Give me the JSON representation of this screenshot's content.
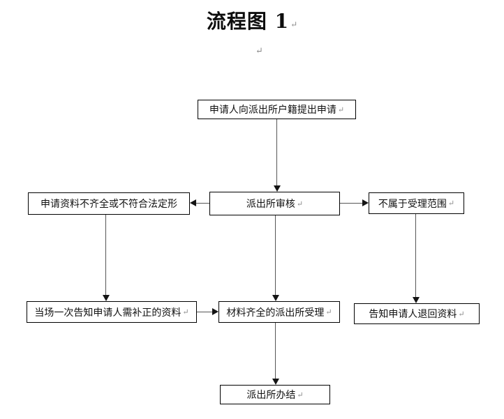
{
  "page": {
    "title": "流程图 1",
    "paragraph_mark": "↵"
  },
  "boxes": {
    "apply": {
      "label": "申请人向派出所户籍提出申请"
    },
    "review": {
      "label": "派出所审核"
    },
    "incomplete": {
      "label": "申请资料不齐全或不符合法定形"
    },
    "out_of_scope": {
      "label": "不属于受理范围"
    },
    "inform_correction": {
      "label": "当场一次告知申请人需补正的资料"
    },
    "accept": {
      "label": "材料齐全的派出所受理"
    },
    "return_materials": {
      "label": "告知申请人退回资料"
    },
    "complete": {
      "label": "派出所办结"
    }
  },
  "flow": {
    "edges": [
      {
        "from": "apply",
        "to": "review",
        "direction": "down"
      },
      {
        "from": "review",
        "to": "incomplete",
        "direction": "left"
      },
      {
        "from": "review",
        "to": "out_of_scope",
        "direction": "right"
      },
      {
        "from": "review",
        "to": "accept",
        "direction": "down"
      },
      {
        "from": "incomplete",
        "to": "inform_correction",
        "direction": "down"
      },
      {
        "from": "inform_correction",
        "to": "accept",
        "direction": "right"
      },
      {
        "from": "out_of_scope",
        "to": "return_materials",
        "direction": "down"
      },
      {
        "from": "accept",
        "to": "complete",
        "direction": "down"
      }
    ]
  },
  "colors": {
    "background": "#ffffff",
    "box_border": "#000000",
    "connector_line": "#565656",
    "arrowhead": "#141414",
    "paragraph_mark": "#8a8a8a",
    "text": "#111111"
  }
}
